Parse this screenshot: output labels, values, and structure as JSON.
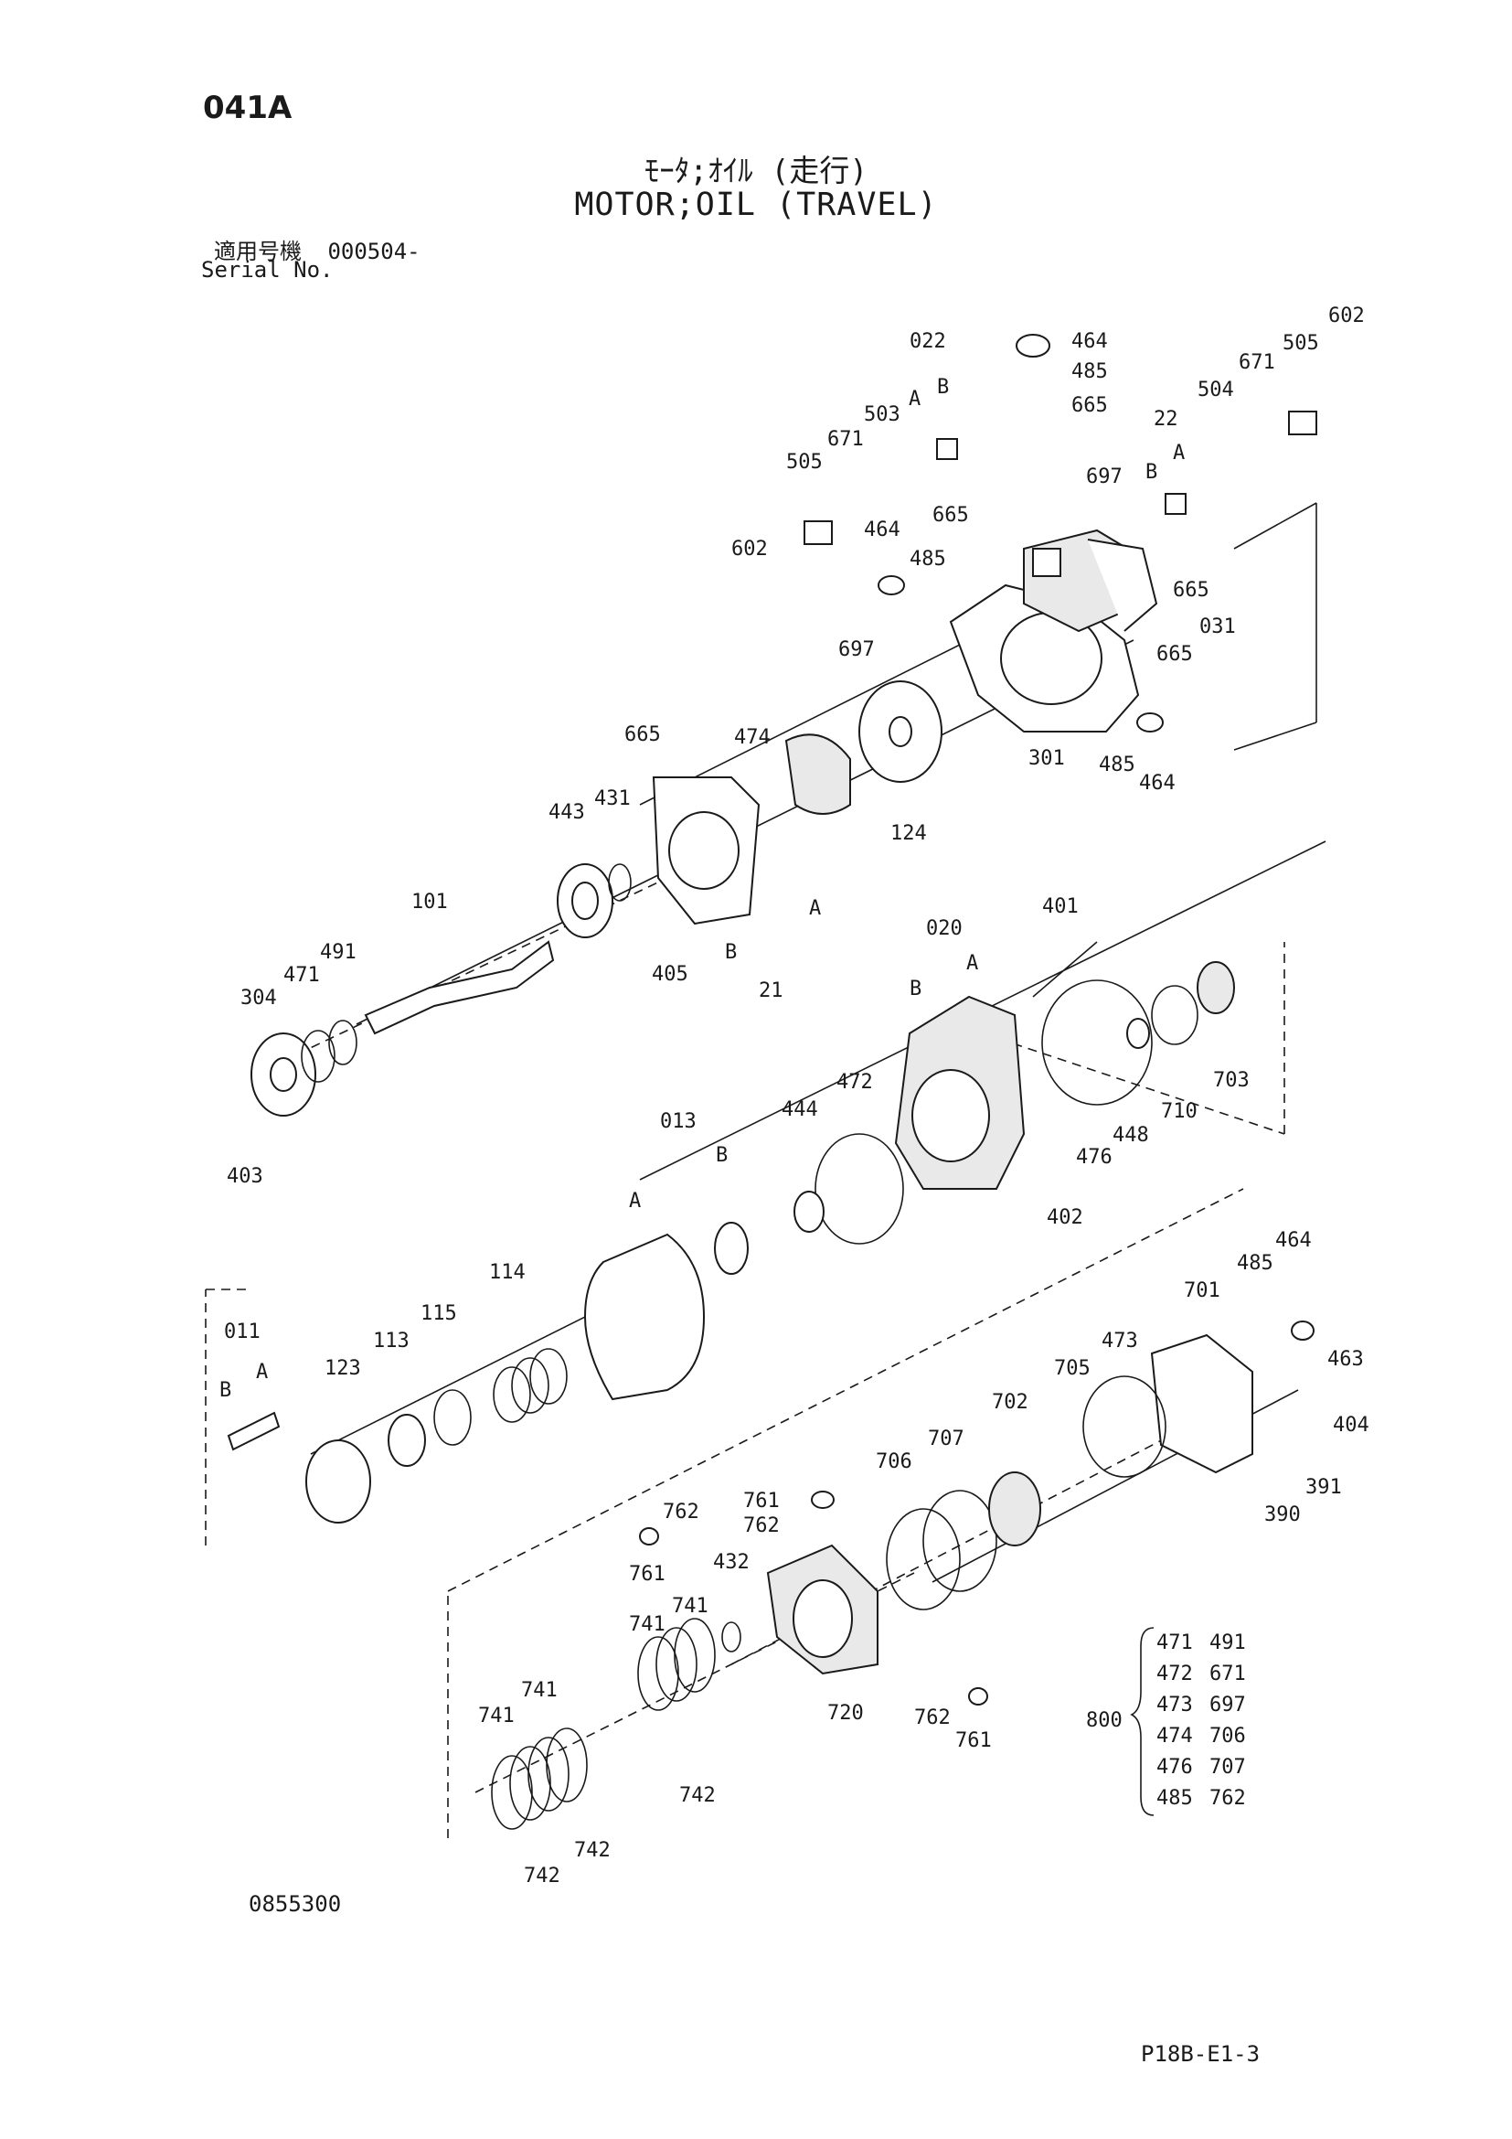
{
  "sheet_code": "041A",
  "title_jp": "ﾓｰﾀ;ｵｲﾙ (走行)",
  "title_en": "MOTOR;OIL (TRAVEL)",
  "serial": {
    "label_jp": "適用号機",
    "value": "000504-",
    "label_en": "Serial No."
  },
  "diagram_id": "0855300",
  "page_code": "P18B-E1-3",
  "callouts": [
    "022",
    "A",
    "B",
    "464",
    "485",
    "665",
    "602",
    "505",
    "671",
    "504",
    "503",
    "505",
    "671",
    "22",
    "B",
    "A",
    "697",
    "602",
    "464",
    "665",
    "485",
    "665",
    "697",
    "031",
    "665",
    "301",
    "485",
    "464",
    "665",
    "474",
    "124",
    "443",
    "431",
    "101",
    "491",
    "471",
    "304",
    "403",
    "405",
    "B",
    "A",
    "21",
    "020",
    "B",
    "A",
    "401",
    "472",
    "444",
    "703",
    "710",
    "448",
    "476",
    "402",
    "013",
    "A",
    "B",
    "114",
    "115",
    "113",
    "123",
    "011",
    "B",
    "A",
    "464",
    "485",
    "701",
    "473",
    "705",
    "702",
    "707",
    "706",
    "463",
    "404",
    "391",
    "390",
    "761",
    "762",
    "762",
    "761",
    "432",
    "741",
    "741",
    "720",
    "762",
    "761",
    "742",
    "741",
    "741",
    "742",
    "742"
  ],
  "kit": {
    "label": "800",
    "items": [
      [
        "471",
        "491"
      ],
      [
        "472",
        "671"
      ],
      [
        "473",
        "697"
      ],
      [
        "474",
        "706"
      ],
      [
        "476",
        "707"
      ],
      [
        "485",
        "762"
      ]
    ]
  }
}
